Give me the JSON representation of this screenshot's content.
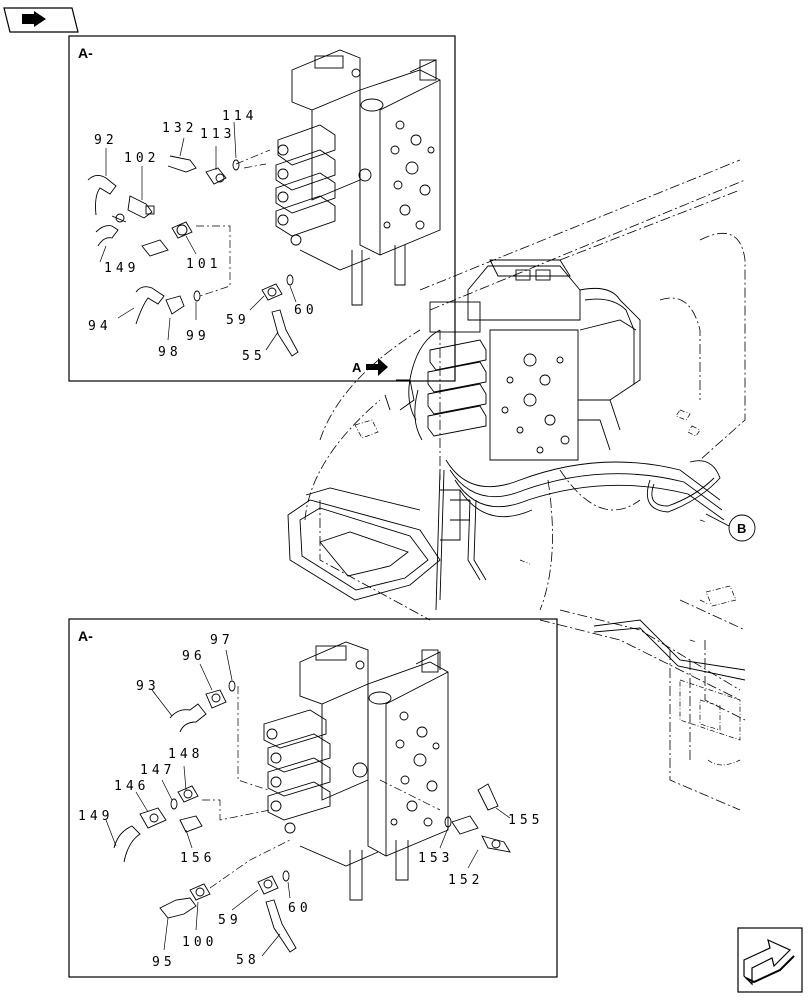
{
  "nav": {
    "top_icon": "book-arrow-icon",
    "bottom_icon": "next-page-arrow-icon"
  },
  "detail_top": {
    "title": "A-",
    "part_labels": [
      "114",
      "132",
      "113",
      "92",
      "102",
      "149",
      "101",
      "94",
      "98",
      "99",
      "59",
      "60",
      "55"
    ]
  },
  "detail_bottom": {
    "title": "A-",
    "part_labels": [
      "97",
      "96",
      "93",
      "148",
      "147",
      "146",
      "149",
      "156",
      "155",
      "153",
      "152",
      "59",
      "60",
      "95",
      "100",
      "58"
    ]
  },
  "overview": {
    "callout_a": "A",
    "callout_b": "B"
  }
}
